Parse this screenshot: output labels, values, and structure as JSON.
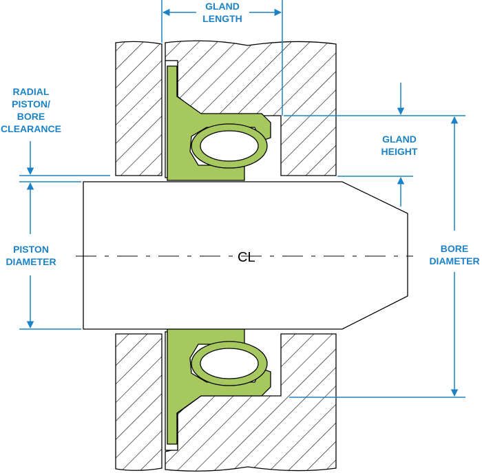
{
  "labels": {
    "gland_length": [
      "GLAND",
      "LENGTH"
    ],
    "radial_clearance": [
      "RADIAL",
      "PISTON/",
      "BORE",
      "CLEARANCE"
    ],
    "gland_height": [
      "GLAND",
      "HEIGHT"
    ],
    "piston_diameter": [
      "PISTON",
      "DIAMETER"
    ],
    "bore_diameter": [
      "BORE",
      "DIAMETER"
    ],
    "centerline": "CL"
  },
  "colors": {
    "dimension": "#1b82c5",
    "seal": "#a6c85f",
    "outline": "#000000",
    "background": "#ffffff"
  }
}
